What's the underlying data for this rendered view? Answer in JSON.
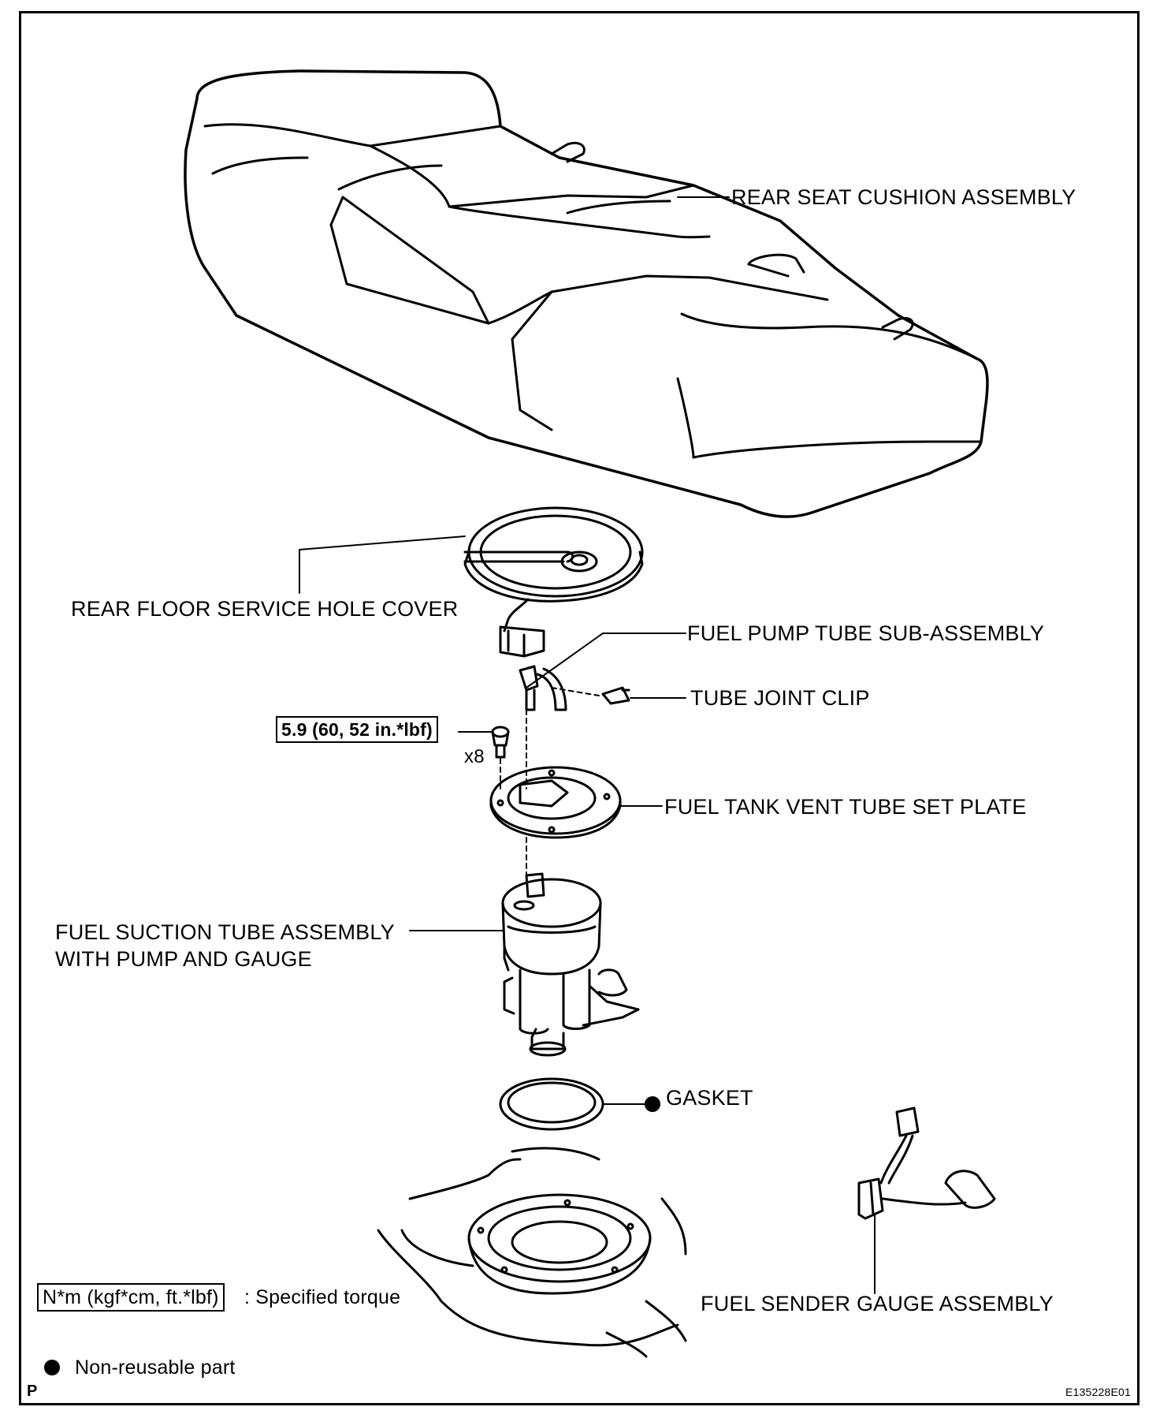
{
  "labels": {
    "rear_seat": "REAR SEAT CUSHION ASSEMBLY",
    "service_hole_cover": "REAR FLOOR SERVICE HOLE COVER",
    "pump_tube": "FUEL PUMP TUBE SUB-ASSEMBLY",
    "tube_clip": "TUBE JOINT CLIP",
    "torque_value": "5.9 (60, 52 in.*lbf)",
    "qty": "x8",
    "vent_plate": "FUEL TANK VENT TUBE SET PLATE",
    "suction_line1": "FUEL SUCTION TUBE ASSEMBLY",
    "suction_line2": "WITH PUMP AND GAUGE",
    "gasket": "GASKET",
    "sender_gauge": "FUEL SENDER GAUGE ASSEMBLY"
  },
  "legend": {
    "torque_unit": "N*m (kgf*cm, ft.*lbf)",
    "torque_desc": ": Specified torque",
    "nonreusable_desc": "Non-reusable part"
  },
  "corner": {
    "page_mark": "P",
    "figure_id": "E135228E01"
  },
  "colors": {
    "ink": "#000000",
    "paper": "#ffffff"
  },
  "icons": {
    "non_reusable": "filled-circle",
    "torque_box": "rectangle-outline"
  }
}
